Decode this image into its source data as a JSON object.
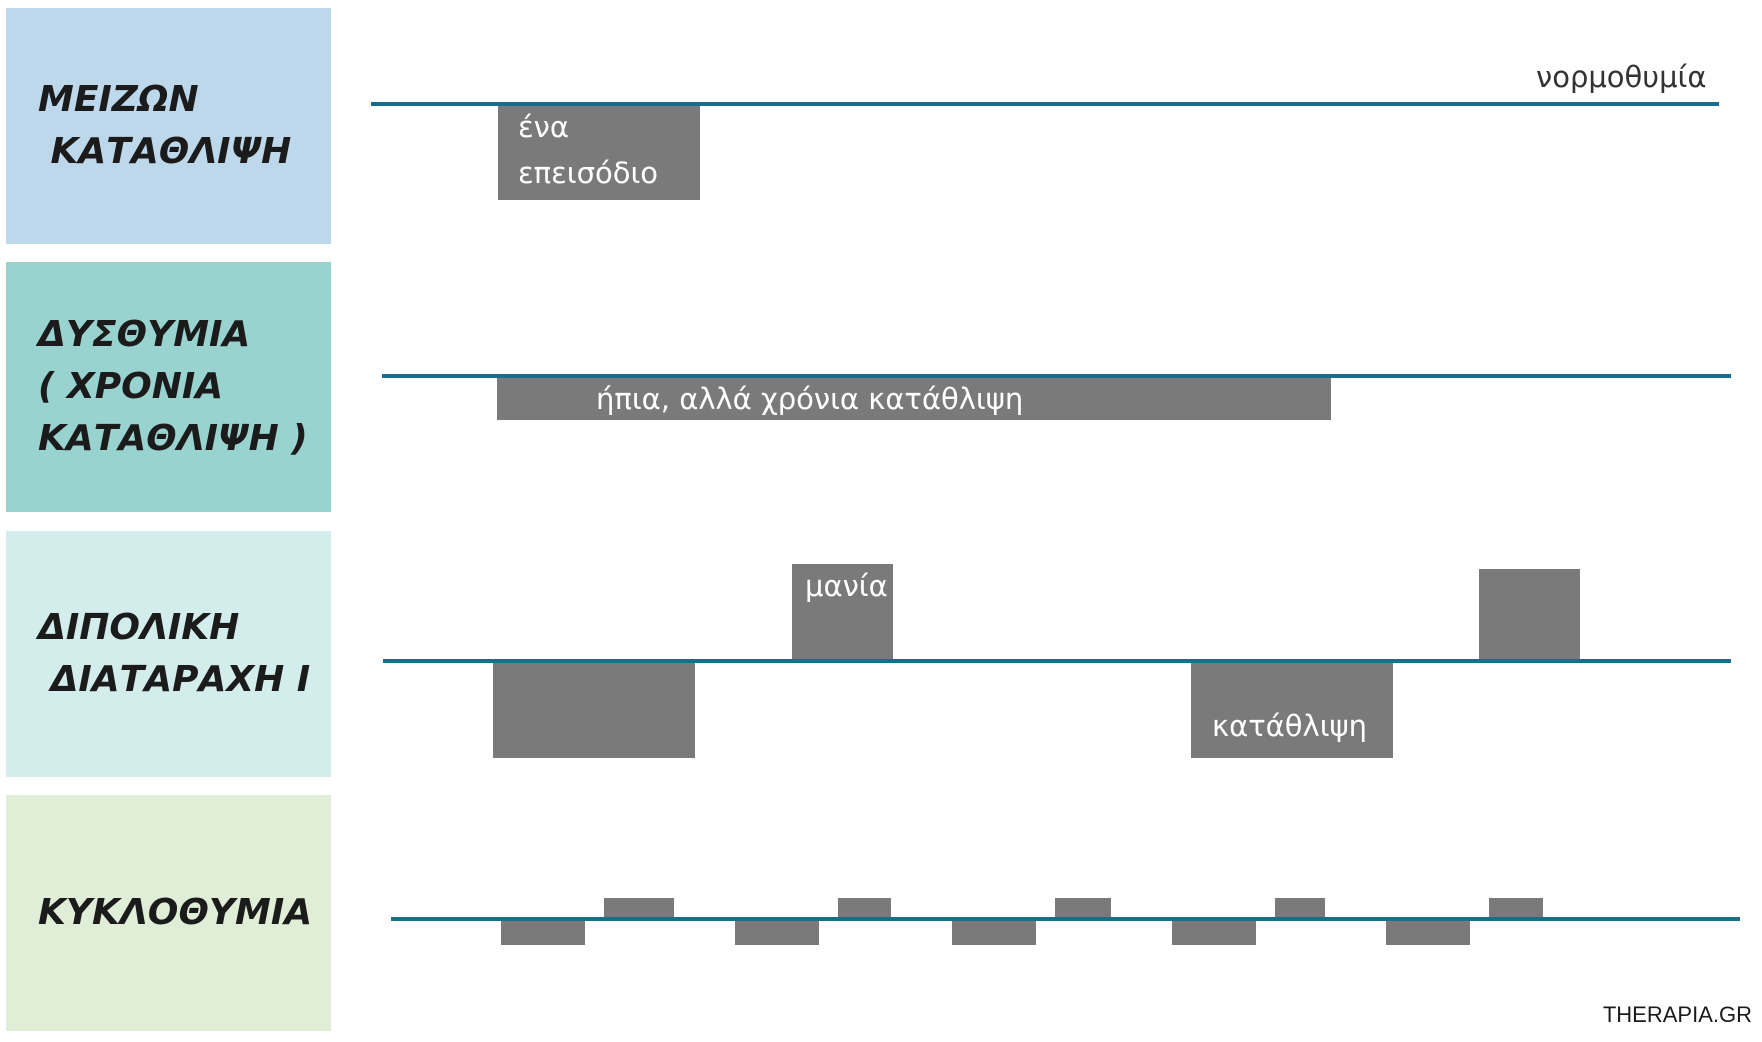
{
  "rows": [
    {
      "label_lines": [
        "ΜΕΙΖΩΝ",
        " ΚΑΤΑΘΛΙΨΗ"
      ],
      "color": "#bcd8ea"
    },
    {
      "label_lines": [
        "ΔΥΣΘΥΜΙΑ",
        "( ΧΡΟΝΙΑ",
        "ΚΑΤΑΘΛΙΨΗ )"
      ],
      "color": "#98d3d0"
    },
    {
      "label_lines": [
        "ΔΙΠΟΛΙΚΗ",
        " ΔΙΑΤΑΡΑΧΗ Ι"
      ],
      "color": "#d3ecec"
    },
    {
      "label_lines": [
        "ΚΥΚΛΟΘΥΜΙΑ"
      ],
      "color": "#e0eed8"
    }
  ],
  "labels": {
    "normothymia": "νορμοθυμία",
    "one_episode_1": "ένα",
    "one_episode_2": "επεισόδιο",
    "mild_chronic": "ήπια, αλλά χρόνια κατάθλιψη",
    "mania": "μανία",
    "depression": "κατάθλιψη"
  },
  "watermark": "THERAPIA.GR",
  "colors": {
    "baseline": "#1a6e8d",
    "episode": "#7a7a7a"
  }
}
